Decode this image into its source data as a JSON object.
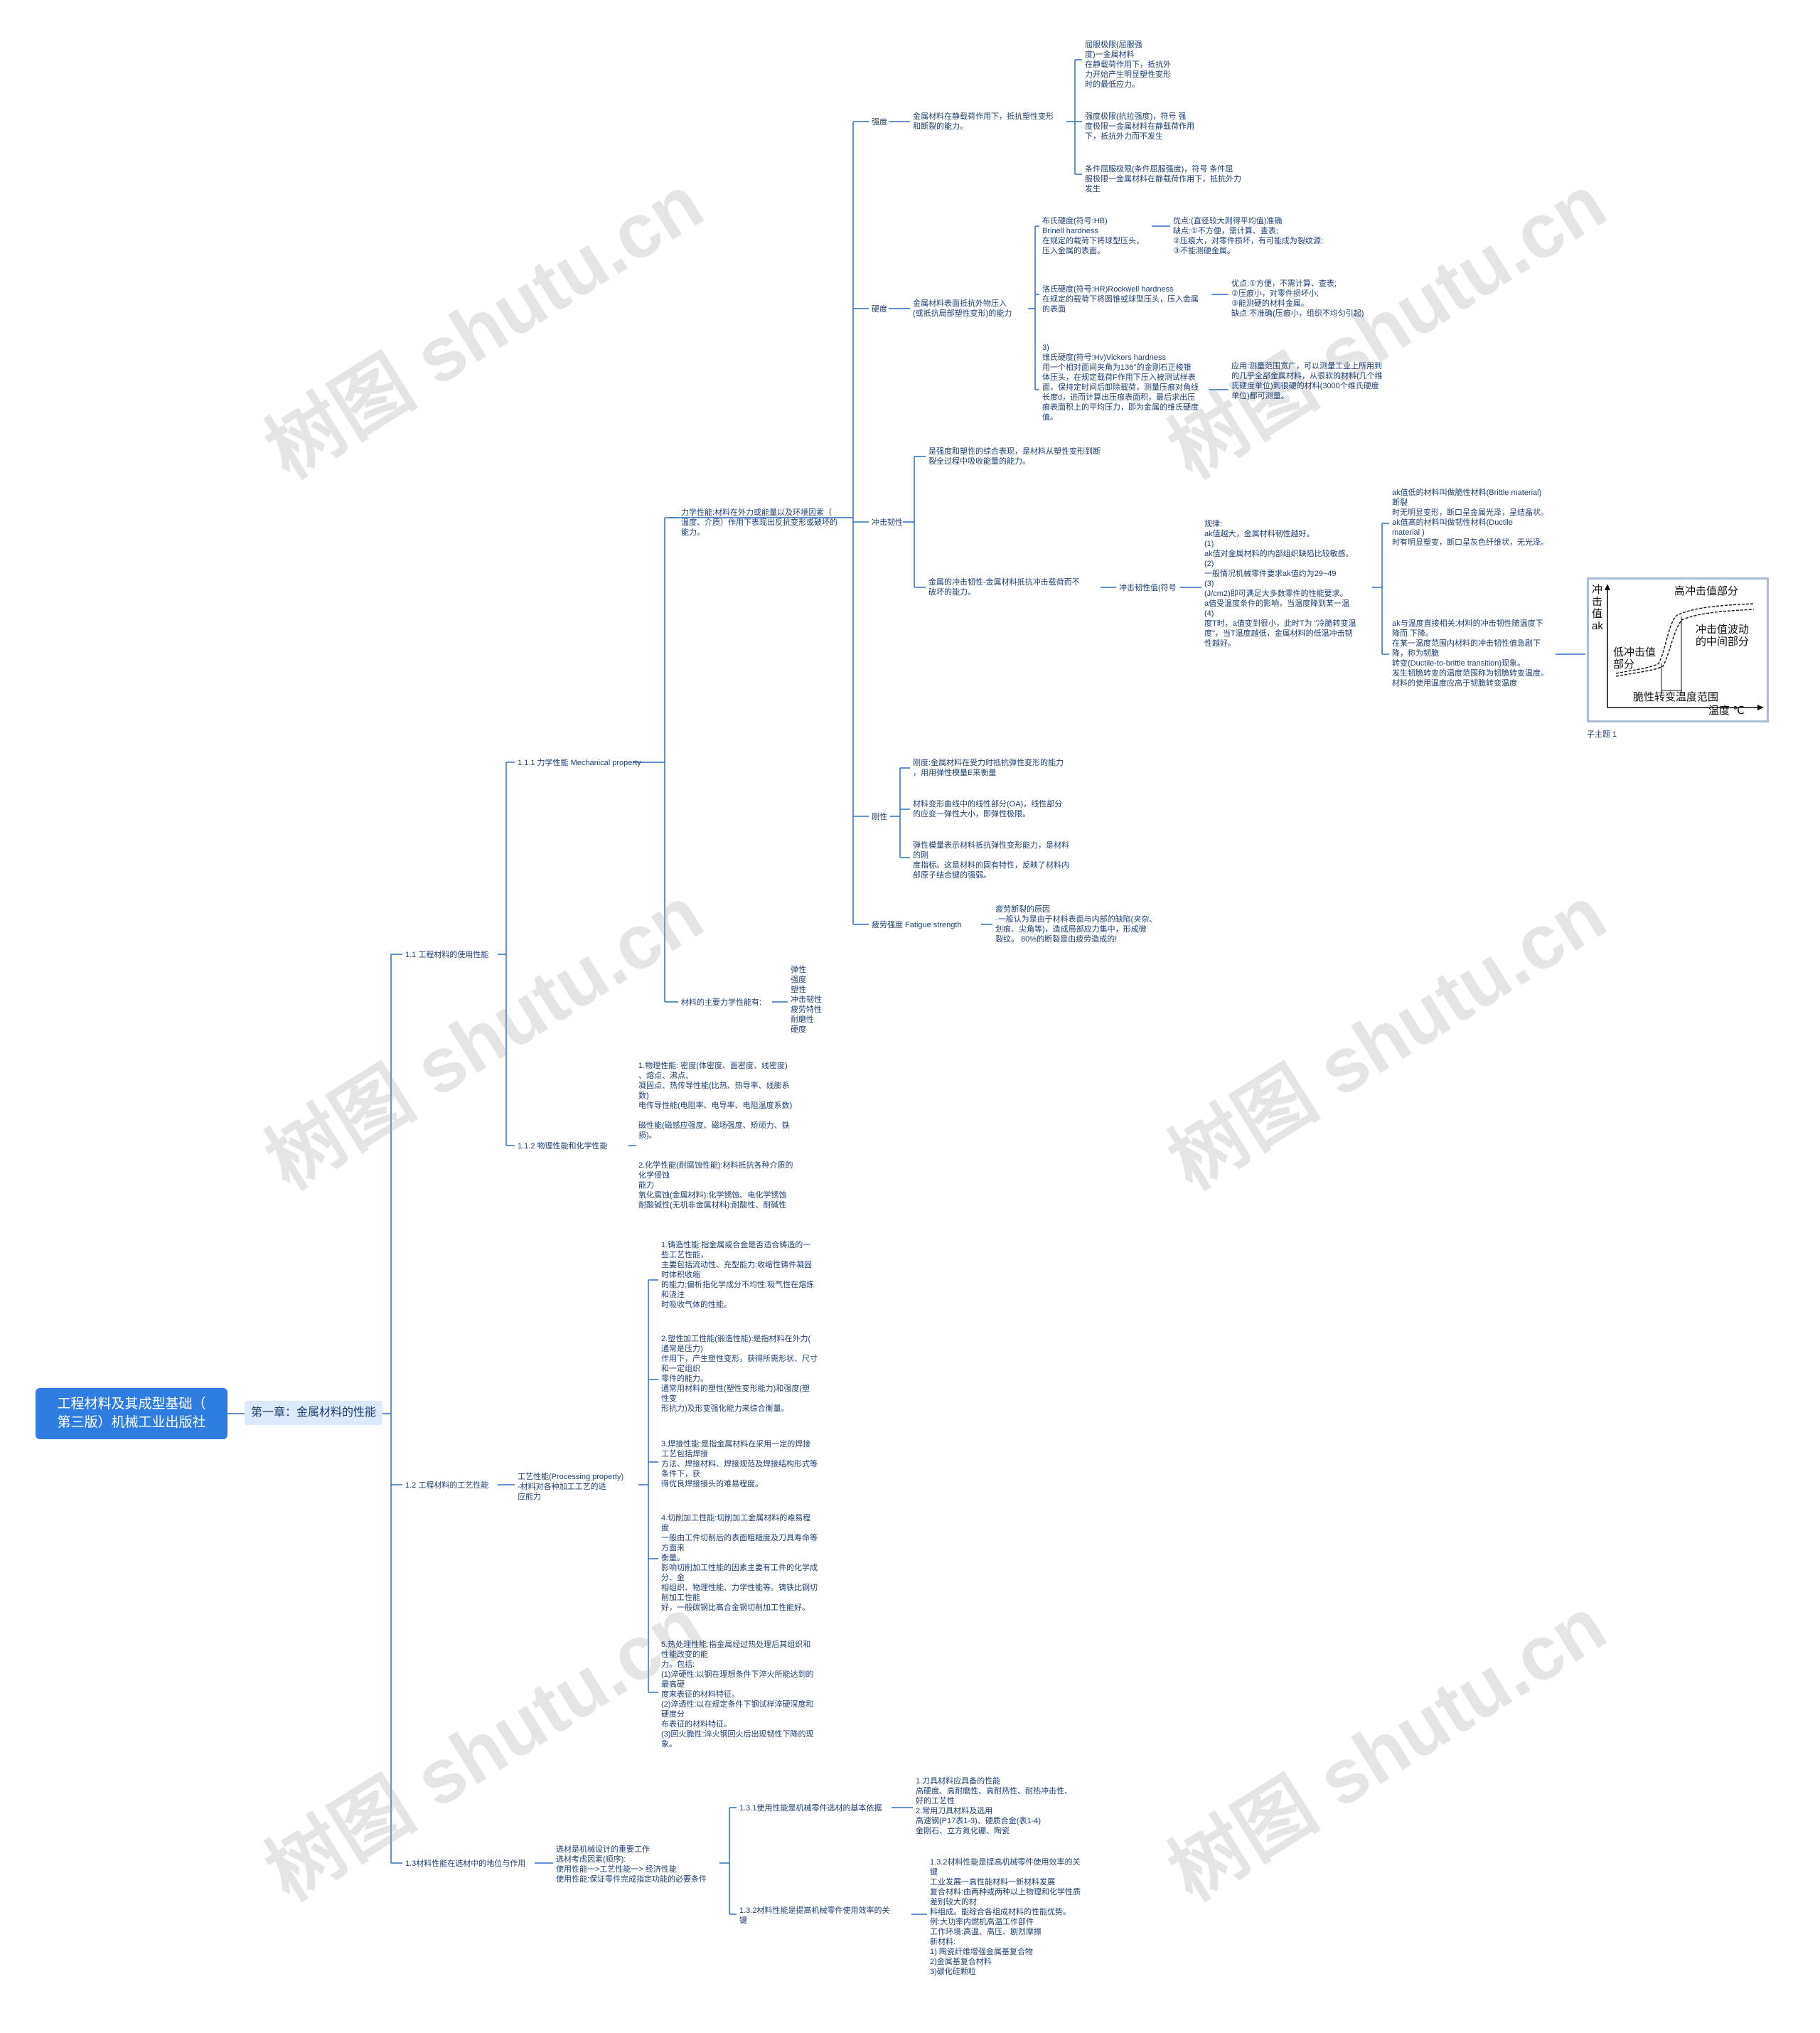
{
  "watermark": "树图 shutu.cn",
  "root": "工程材料及其成型基础（\n第三版）机械工业出版社",
  "chapter": "第一章：金属材料的性能",
  "s11": "1.1 工程材料的使用性能",
  "s111": "1.1.1 力学性能 Mechanical property",
  "s111_desc": "力学性能:材料在外力或能量以及环境因素（\n温度、介质）作用下表现出反抗变形或破坏的\n能力。",
  "strength_label": "强度",
  "strength_desc": "金属材料在静载荷作用下，抵抗塑性变形\n和断裂的能力。",
  "strength_items": [
    "屈服极限(屈服强\n度)一金属材料\n在静载荷作用下，抵抗外\n力开始产生明显塑性变形\n时的最低应力。",
    "强度极限(抗拉强度)，符号     强\n度极限一金属材料在静载荷作用\n下，抵抗外力而不发生",
    "条件屈服极限(条件屈服强度)，符号    条件屈\n服极限一金属材料在静载荷作用下，抵抗外力\n发生"
  ],
  "hardness_label": "硬度",
  "hardness_desc": "金属材料表面抵抗外物压入\n(或抵抗局部塑性变形)的能力",
  "hb": "布氏硬度(符号:HB)\nBrinell hardness\n在规定的载荷下将球型压头，\n压入金属的表面。",
  "hb_note": "优点:(直径较大则得平均值)准确\n缺点:①不方便，需计算、查表;\n②压痕大，对零件损坏，有可能成为裂纹源;\n③不能测硬金属。",
  "hr": "洛氏硬度(符号:HR)Rockwell hardness\n在规定的载荷下将圆锥或球型压头，压入金属\n的表面",
  "hr_note": "优点:①方便，不需计算、查表;\n②压痕小，对零件损坏小;\n③能测硬的材料金属。\n缺点:不准确(压痕小，组织不均匀引起)",
  "hv": "3)\n维氏硬度(符号:Hv)Vickers hardness\n用一个相对面间夹角为136°的金刚石正棱锥\n体压头，在规定载荷F作用下压入被测试样表\n面，保持定时间后卸除载荷，测量压痕对角线\n长度d，进而计算出压痕表面积，最后求出压\n痕表面积上的平均压力，即为金属的维氏硬度\n值。",
  "hv_note": "应用:测量范围宽广，可以测量工业上所用到\n的几乎全部金属材料，从很软的材料(几个维\n氏硬度单位)到很硬的材料(3000个维氏硬度\n单位)都可测量。",
  "impact_label": "冲击韧性",
  "impact_desc1": "是强度和塑性的综合表现，是材料从塑性变形到断\n裂全过程中吸收能量的能力。",
  "impact_desc2": "金属的冲击韧性-金属材料抵抗冲击载荷而不\n破坏的能力。",
  "impact_sym": "冲击韧性值(符号",
  "impact_rules": "规律:\nak值越大，金属材料韧性越好。\n(1)\nak值对金属材料的内部组织缺陷比较敏感。\n(2)\n一般情况机械零件要求ak值约为29~49\n(3)\n(J/cm2)即可满足大多数零件的性能要求。\na值受温度条件的影响，当温度降到某一温\n(4)\n度T时，a值变到很小，此时T为 \"冷脆转变温\n度\"，当T温度越低，金属材料的低温冲击韧\n性越好。",
  "impact_brittle": "ak值低的材料叫做脆性材料(Brittle material)\n断裂\n时无明显变形，断口呈金属光泽，呈结晶状。\nak值高的材料叫做韧性材料(Ductile\nmaterial )\n时有明显塑变，断口呈灰色纤维状，无光泽。",
  "impact_temp": " ak与温度直接相关:材料的冲击韧性随温度下\n降而 下降。\n在某一温度范围内材料的冲击韧性值急剧下\n降，称为韧脆\n转变(Ductile-to-brittle transition)现象。\n发生韧脆转变的温度范围称为韧脆转变温度。\n材料的使用温度应高于韧脆转变温度",
  "chart_caption": "子主题 1",
  "chart_data": {
    "type": "diagram",
    "ylabel": "冲\n击\n值\nak",
    "xlabel": "温度 ℃",
    "labels": [
      "高冲击值部分",
      "冲击值波动\n的中间部分",
      "低冲击值\n部分",
      "脆性转变温度范围"
    ]
  },
  "stiff_label": "刚性",
  "stiff_items": [
    "刚度:金属材料在受力时抵抗弹性变形的能力\n，用用弹性模量E来衡量",
    "材料变形曲线中的线性部分(OA)，线性部分\n的应变一弹性大小，即弹性极限。",
    "弹性模量表示材料抵抗弹性变形能力，是材料\n的刚\n度指标。这是材料的固有特性，反映了材料内\n部原子结合键的强弱。"
  ],
  "fatigue_label": "疲劳强度 Fatigue strength",
  "fatigue_desc": "疲劳断裂的原因\n·一般认为是由于材料表面与内部的缺陷(夹杂、\n划痕、尖角等)，造成局部应力集中，形成微\n裂纹。    80%的断裂是由疲劳造成的!",
  "mech_main_label": "材料的主要力学性能有:",
  "mech_main_list": "弹性\n强度\n塑性\n冲击韧性\n疲劳特性\n耐磨性\n硬度",
  "s112": "1.1.2 物理性能和化学性能",
  "s112_text": "1.物理性能: 密度(体密度、面密度、线密度)\n、熔点、沸点、\n凝固点、热传导性能(比热、热导率、线膨系\n数)\n电传导性能(电阻率、电导率、电阻温度系数)\n\n磁性能(磁感应强度、磁场强度、矫顽力、铁\n损)。\n\n\n2.化学性能(耐腐蚀性能):材料抵抗各种介质的\n化学侵蚀\n能力\n氧化腐蚀(金属材料):化学锈蚀、电化学锈蚀\n耐酸碱性(无机非金属材料):耐酸性、耐碱性",
  "s12": "1.2 工程材料的工艺性能",
  "s12_desc": "工艺性能(Processing property)\n-材料对各种加工工艺的适\n应能力",
  "s12_items": [
    "1.铸造性能:指金属或合金是否适合铸造的一\n些工艺性能，\n主要包括流动性、充型能力;收缩性铸件凝固\n时体积收缩\n的能力;偏析指化学成分不均性;吸气性在熔炼\n和浇注\n时吸收气体的性能。",
    "2.塑性加工性能(锻造性能):是指材料在外力(\n通常是压力)\n作用下，产生塑性变形，获得所需形状、尺寸\n和一定组织\n零件的能力。\n通常用材料的塑性(塑性变形能力)和强度(塑\n性变\n形抗力)及形变强化能力来综合衡量。",
    "3.焊接性能:是指金属材料在采用一定的焊接\n工艺包括焊接\n方法、焊接材料、焊接规范及焊接结构形式等\n条件下，获\n得优良焊接接头的难易程度。",
    "4.切削加工性能:切削加工金属材料的难易程\n度\n一般由工件切削后的表面粗糙度及刀具寿命等\n方面来\n衡量。\n影响切削加工性能的因素主要有工件的化学成\n分、金\n相组织、物理性能、力学性能等。铸铁比钢切\n削加工性能\n好，一般碳钢比高合金钢切削加工性能好。",
    "5.热处理性能:指金属经过热处理后其组织和\n性能改变的能\n力。包括:\n(1)淬硬性:以钢在理想条件下淬火所能达到的\n最高硬\n度来表征的材料特征。\n(2)淬透性:以在规定条件下钢试样淬硬深度和\n硬度分\n布表征的材料特征。\n(3)回火脆性:淬火钢回火后出现韧性下降的现\n象。"
  ],
  "s13": "1.3材料性能在选材中的地位与作用",
  "s13_desc": "选材是机械设计的重要工作\n选材考虑因素(顺序):\n使用性能一>工艺性能一> 经济性能\n使用性能:保证零件完成指定功能的必要条件",
  "s131": "1.3.1使用性能是机械零件选材的基本依据",
  "s131_text": "1.刀具材料应具备的性能\n高硬度、高耐磨性、高耐热性、耐热冲击性、\n好的工艺性\n2.常用刀具材料及选用\n高速钢(P17表1-3)、硬质合金(表1-4)\n金刚石、立方氮化硼、陶瓷",
  "s132": "1.3.2材料性能是提高机械零件使用效率的关\n键",
  "s132_text": "1.3.2材料性能是提高机械零件使用效率的关\n键\n工业发展一高性能材料一新材料发展\n复合材料:由两种或两种以上物理和化学性质\n差别较大的材\n料组成。能综合各组成材料的性能优势。\n例:大功率内燃机高温工作部件\n工作环境:高温、高压、剧烈摩擦\n新材料:\n1) 陶瓷纤维增强金属基复合物\n2)金属基复合材料\n3)碳化硅颗粒"
}
